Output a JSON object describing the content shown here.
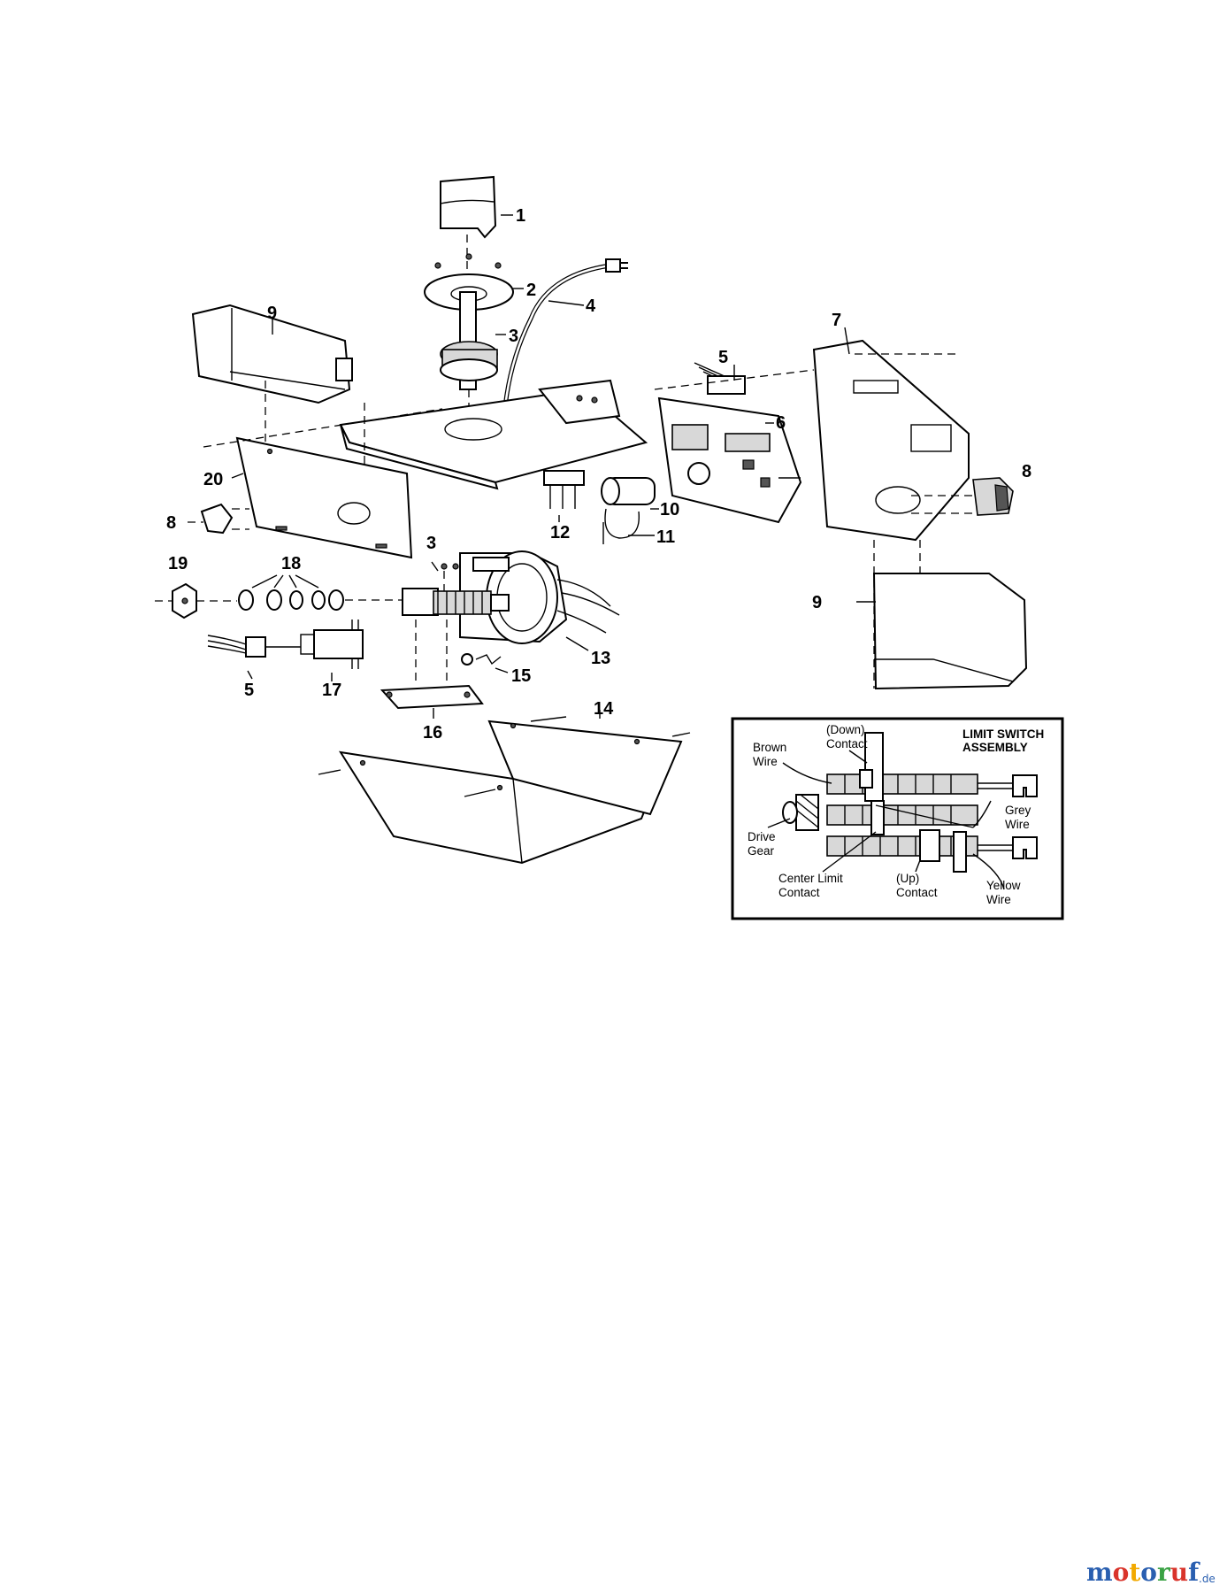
{
  "callouts": {
    "c1": "1",
    "c2": "2",
    "c3a": "3",
    "c3b": "3",
    "c4": "4",
    "c5a": "5",
    "c5b": "5",
    "c6": "6",
    "c7": "7",
    "c8a": "8",
    "c8b": "8",
    "c9a": "9",
    "c9b": "9",
    "c10": "10",
    "c11": "11",
    "c12": "12",
    "c13": "13",
    "c14": "14",
    "c15": "15",
    "c16": "16",
    "c17": "17",
    "c18": "18",
    "c19": "19",
    "c20": "20"
  },
  "inset": {
    "title_line1": "LIMIT SWITCH",
    "title_line2": "ASSEMBLY",
    "brown_wire_1": "Brown",
    "brown_wire_2": "Wire",
    "down_contact_1": "(Down)",
    "down_contact_2": "Contact",
    "grey_wire_1": "Grey",
    "grey_wire_2": "Wire",
    "drive_gear_1": "Drive",
    "drive_gear_2": "Gear",
    "center_limit_1": "Center Limit",
    "center_limit_2": "Contact",
    "up_contact_1": "(Up)",
    "up_contact_2": "Contact",
    "yellow_wire_1": "Yellow",
    "yellow_wire_2": "Wire"
  },
  "watermark": {
    "text": "motoruf",
    "suffix": ".de",
    "colors": [
      "#2a5fb0",
      "#d9342b",
      "#f2a900",
      "#2a5fb0",
      "#3aa244",
      "#d9342b",
      "#2a5fb0"
    ]
  }
}
